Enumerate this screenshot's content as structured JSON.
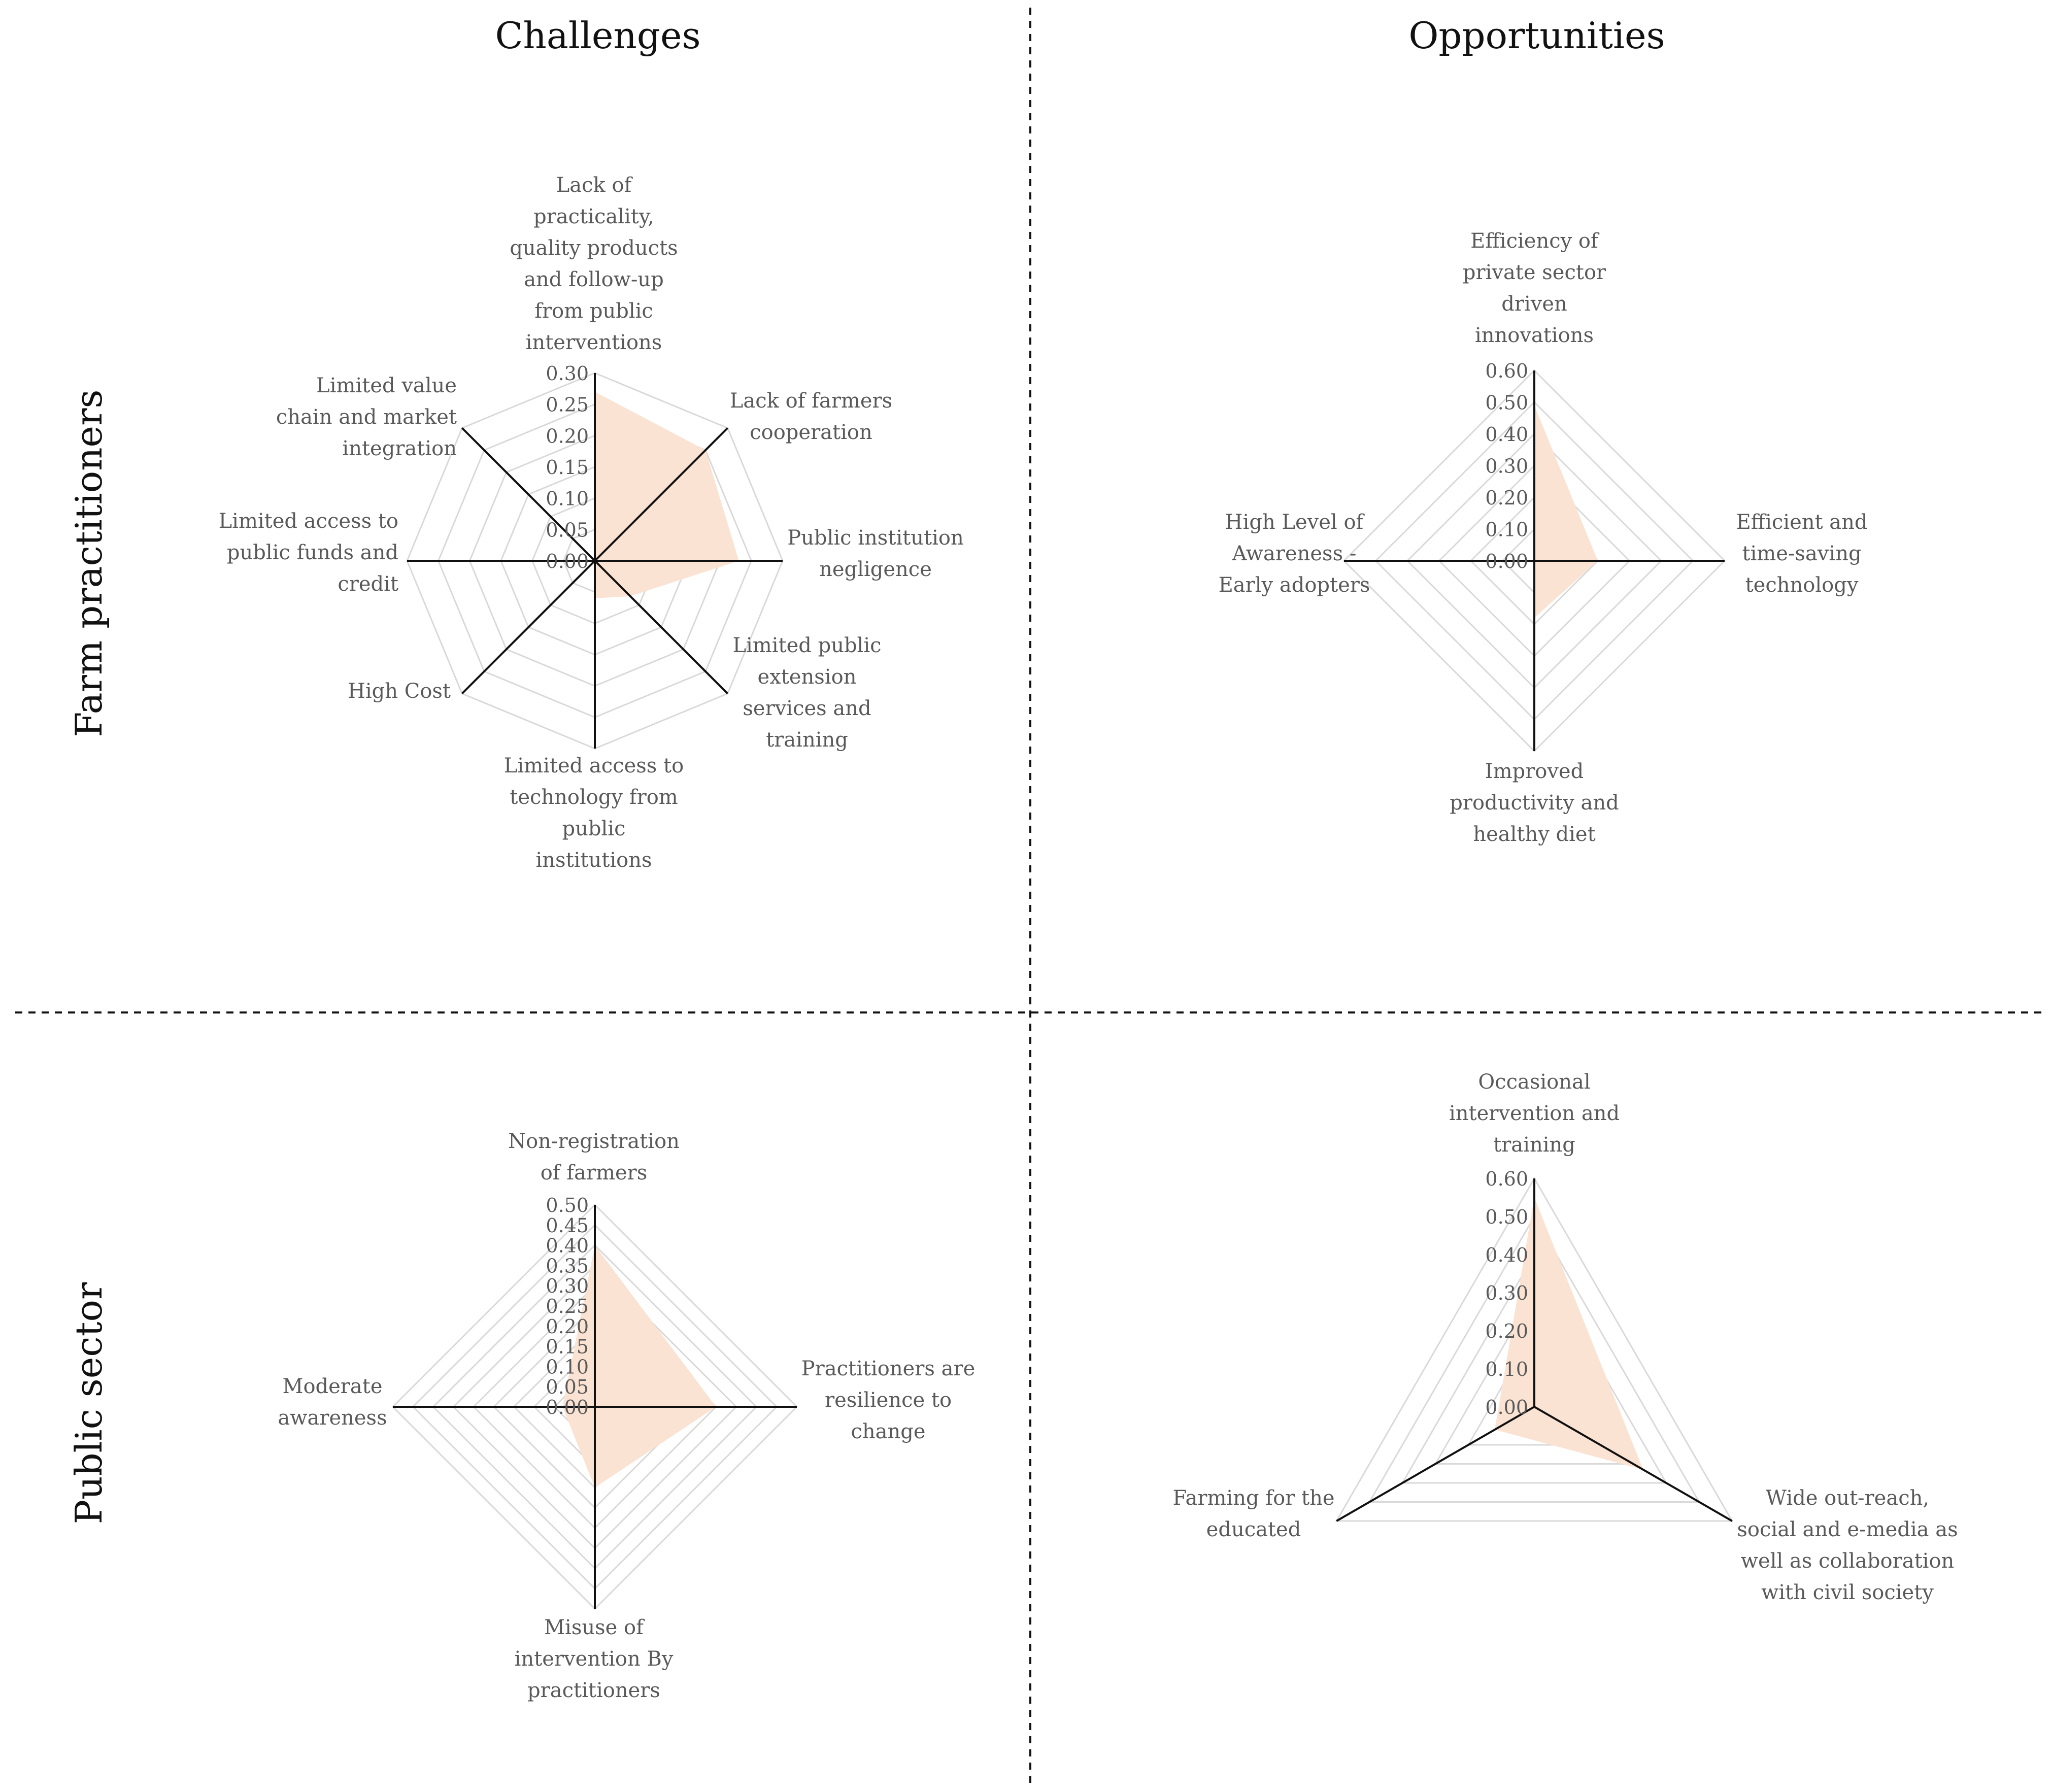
{
  "column_headers": [
    "Challenges",
    "Opportunities"
  ],
  "row_headers": [
    "Farm practitioners",
    "Public sector"
  ],
  "colors": {
    "fill": "#fbe3d3",
    "spoke": "#111111",
    "grid": "#d9d9d9",
    "label": "#595959",
    "title": "#111111"
  },
  "chart_data": [
    {
      "type": "radar",
      "panel": "top-left",
      "title": "",
      "axes": [
        "Lack of practicality, quality products and follow-up from public interventions",
        "Lack of farmers cooperation",
        "Public institution negligence",
        "Limited public extension services and training",
        "Limited access to technology from public institutions",
        "High Cost",
        "Limited access to public funds and credit",
        "Limited value chain and market integration"
      ],
      "values": [
        0.27,
        0.25,
        0.23,
        0.08,
        0.06,
        0.0,
        0.0,
        0.0
      ],
      "ticks": [
        "0.00",
        "0.05",
        "0.10",
        "0.15",
        "0.20",
        "0.25",
        "0.30"
      ],
      "range": [
        0,
        0.3
      ]
    },
    {
      "type": "radar",
      "panel": "top-right",
      "title": "",
      "axes": [
        "Efficiency of private sector driven innovations",
        "Efficient and time-saving technology",
        "Improved productivity and healthy diet",
        "High Level of Awareness - Early adopters"
      ],
      "values": [
        0.49,
        0.2,
        0.18,
        0.0
      ],
      "ticks": [
        "0.00",
        "0.10",
        "0.20",
        "0.30",
        "0.40",
        "0.50",
        "0.60"
      ],
      "range": [
        0,
        0.6
      ]
    },
    {
      "type": "radar",
      "panel": "bottom-left",
      "title": "",
      "axes": [
        "Non-registration of farmers",
        "Practitioners are resilience to change",
        "Misuse of intervention By practitioners",
        "Moderate awareness"
      ],
      "values": [
        0.4,
        0.3,
        0.2,
        0.08
      ],
      "ticks": [
        "0.00",
        "0.05",
        "0.10",
        "0.15",
        "0.20",
        "0.25",
        "0.30",
        "0.35",
        "0.40",
        "0.45",
        "0.50"
      ],
      "range": [
        0,
        0.5
      ]
    },
    {
      "type": "radar",
      "panel": "bottom-right",
      "title": "",
      "axes": [
        "Occasional intervention and training",
        "Wide out-reach, social and e-media as well as collaboration with civil society",
        "Farming for the educated"
      ],
      "values": [
        0.55,
        0.33,
        0.12
      ],
      "ticks": [
        "0.00",
        "0.10",
        "0.20",
        "0.30",
        "0.40",
        "0.50",
        "0.60"
      ],
      "range": [
        0,
        0.6
      ]
    }
  ]
}
